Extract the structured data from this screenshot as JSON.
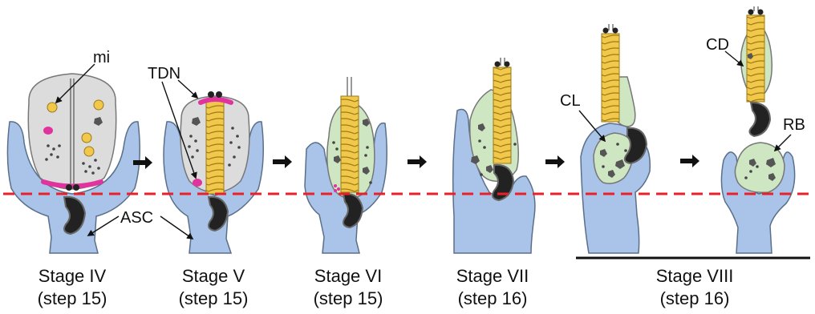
{
  "labels": {
    "mi": "mi",
    "tdn": "TDN",
    "asc": "ASC",
    "cl": "CL",
    "cd": "CD",
    "rb": "RB"
  },
  "stages": [
    {
      "name": "Stage IV",
      "step": "(step 15)"
    },
    {
      "name": "Stage V",
      "step": "(step 15)"
    },
    {
      "name": "Stage VI",
      "step": "(step 15)"
    },
    {
      "name": "Stage VII",
      "step": "(step 16)"
    },
    {
      "name": "Stage VIII",
      "step": "(step 16)"
    }
  ],
  "colors": {
    "sertoli": "#a9c4e8",
    "nucleus_gray": "#dcdcdc",
    "cytoplasm_green": "#cfe6c2",
    "flagellum": "#f2c84a",
    "magenta": "#e0339d",
    "reference_line": "#e8202a"
  }
}
